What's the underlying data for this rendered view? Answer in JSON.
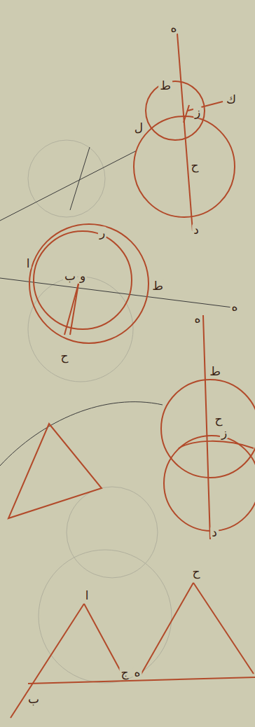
{
  "diagram": {
    "labels": [
      "ه",
      "ط",
      "ل",
      "ك",
      "ز",
      "ح",
      "د",
      "ر",
      "ا",
      "ب",
      "و",
      "ط",
      "ه",
      "ح",
      "ه",
      "ط",
      "ح",
      "ز",
      "د",
      "ا",
      "ب",
      "ج",
      "ه",
      "ح"
    ]
  }
}
